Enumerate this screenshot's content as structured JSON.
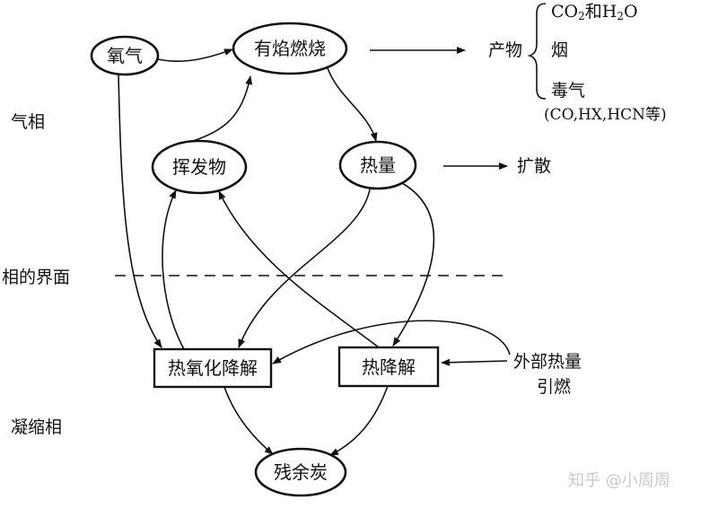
{
  "nodes": {
    "oxygen": "氧气",
    "flaming": "有焰燃烧",
    "volatiles": "挥发物",
    "heat": "热量",
    "thermal_oxidative": "热氧化降解",
    "thermal_degradation": "热降解",
    "char": "残余炭"
  },
  "labels": {
    "gas_phase": "气相",
    "interface": "相的界面",
    "condensed_phase": "凝缩相",
    "products": "产物",
    "co2_prefix": "CO",
    "co2_sub": "2",
    "co2_mid": "和H",
    "co2_sub2": "2",
    "co2_suffix": "O",
    "smoke": "烟",
    "toxic": "毒气",
    "toxic_detail": "(CO,HX,HCN等)",
    "diffusion": "扩散",
    "external_line1": "外部热量",
    "external_line2": "引燃"
  },
  "watermark": "知乎 @小周周"
}
